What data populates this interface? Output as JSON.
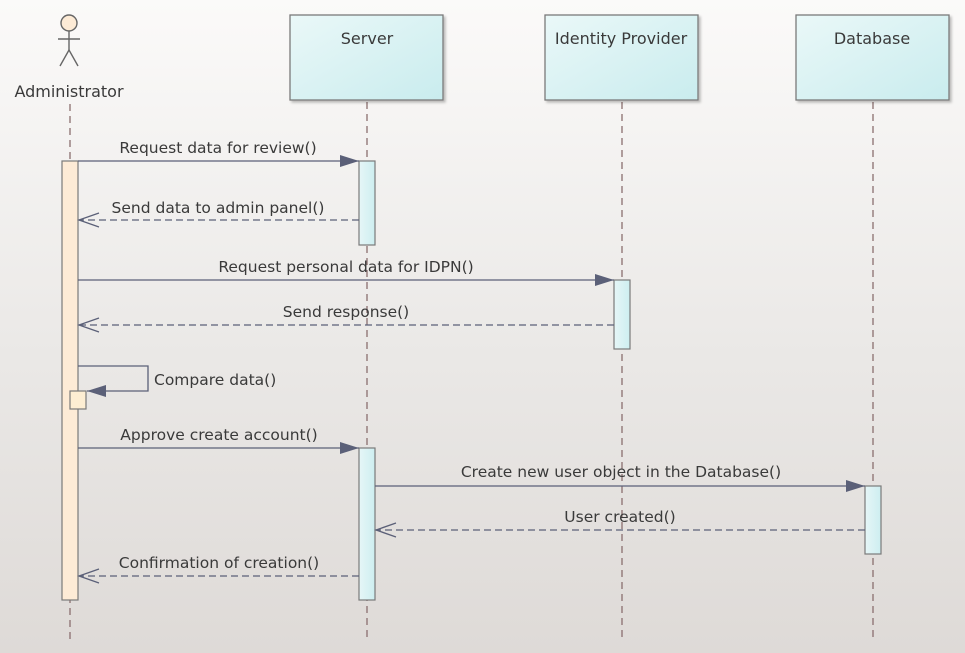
{
  "actor": {
    "name": "Administrator"
  },
  "lifelines": [
    {
      "id": "server",
      "name": "Server"
    },
    {
      "id": "idp",
      "name": "Identity Provider"
    },
    {
      "id": "db",
      "name": "Database"
    }
  ],
  "messages": [
    {
      "label": "Request data for review()",
      "type": "call"
    },
    {
      "label": "Send data to admin panel()",
      "type": "return"
    },
    {
      "label": "Request personal data for IDPN()",
      "type": "call"
    },
    {
      "label": "Send response()",
      "type": "return"
    },
    {
      "label": "Compare data()",
      "type": "self"
    },
    {
      "label": "Approve create account()",
      "type": "call"
    },
    {
      "label": "Create new user object in the Database()",
      "type": "call"
    },
    {
      "label": "User created()",
      "type": "return"
    },
    {
      "label": "Confirmation of creation()",
      "type": "return"
    }
  ],
  "colors": {
    "participant_fill": "#def3f4",
    "participant_border": "#7a7a7a",
    "activation_admin": "#fdebd6",
    "activation_other": "#def3f4",
    "arrow": "#5b6078",
    "lifeline": "#8a6f6f"
  }
}
